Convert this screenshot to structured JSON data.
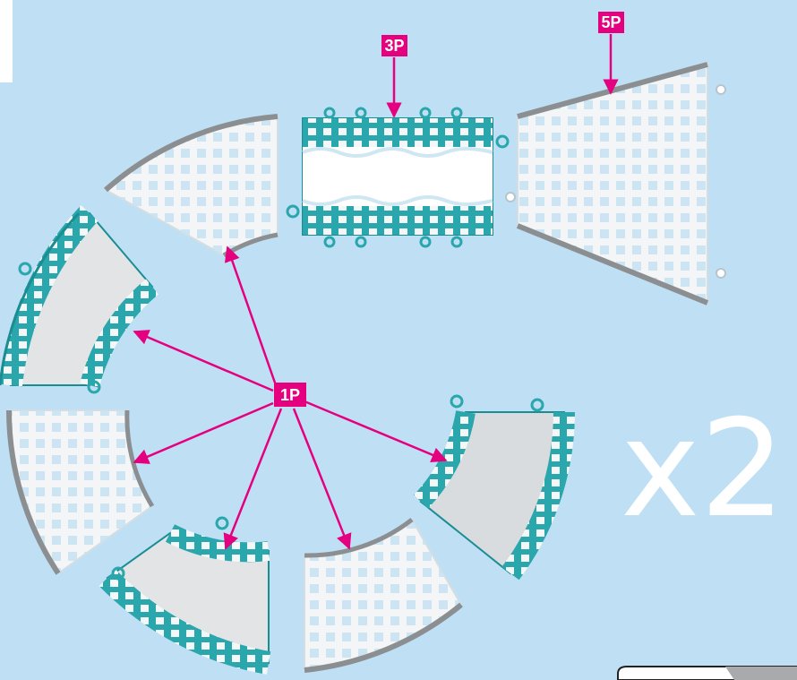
{
  "colors": {
    "background": "#bfe0f4",
    "label_bg": "#e4007f",
    "arrow": "#e4007f",
    "teal_track": "#2aa6ad",
    "teal_dark": "#1a8d93",
    "white_piece": "#f3f5f6",
    "grid_hole": "#c9e3f2",
    "rail_gray": "#8c8f92"
  },
  "labels": {
    "one_piece": "1P",
    "three_piece": "3P",
    "five_piece": "5P"
  },
  "multiplier": "x2"
}
